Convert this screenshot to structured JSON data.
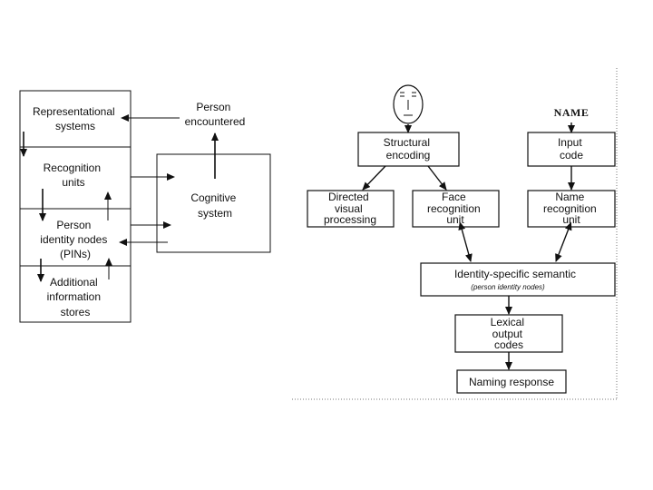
{
  "left_diagram": {
    "stack": {
      "representational": [
        "Representational",
        "systems"
      ],
      "recognition": [
        "Recognition",
        "units"
      ],
      "pins": [
        "Person",
        "identity nodes",
        "(PINs)"
      ],
      "additional": [
        "Additional",
        "information",
        "stores"
      ]
    },
    "person_encountered": [
      "Person",
      "encountered"
    ],
    "cognitive_system": [
      "Cognitive",
      "system"
    ]
  },
  "right_diagram": {
    "name_header": "NAME",
    "structural_encoding": [
      "Structural",
      "encoding"
    ],
    "input_code": [
      "Input",
      "code"
    ],
    "directed_visual_processing": [
      "Directed",
      "visual",
      "processing"
    ],
    "face_recognition_unit": [
      "Face",
      "recognition",
      "unit"
    ],
    "name_recognition_unit": [
      "Name",
      "recognition",
      "unit"
    ],
    "identity_semantic": "Identity-specific semantic",
    "identity_semantic_sub": "(person identity nodes)",
    "lexical_output_codes": [
      "Lexical",
      "output",
      "codes"
    ],
    "naming_response": "Naming response"
  },
  "colors": {
    "stroke": "#111111",
    "background": "#ffffff"
  }
}
